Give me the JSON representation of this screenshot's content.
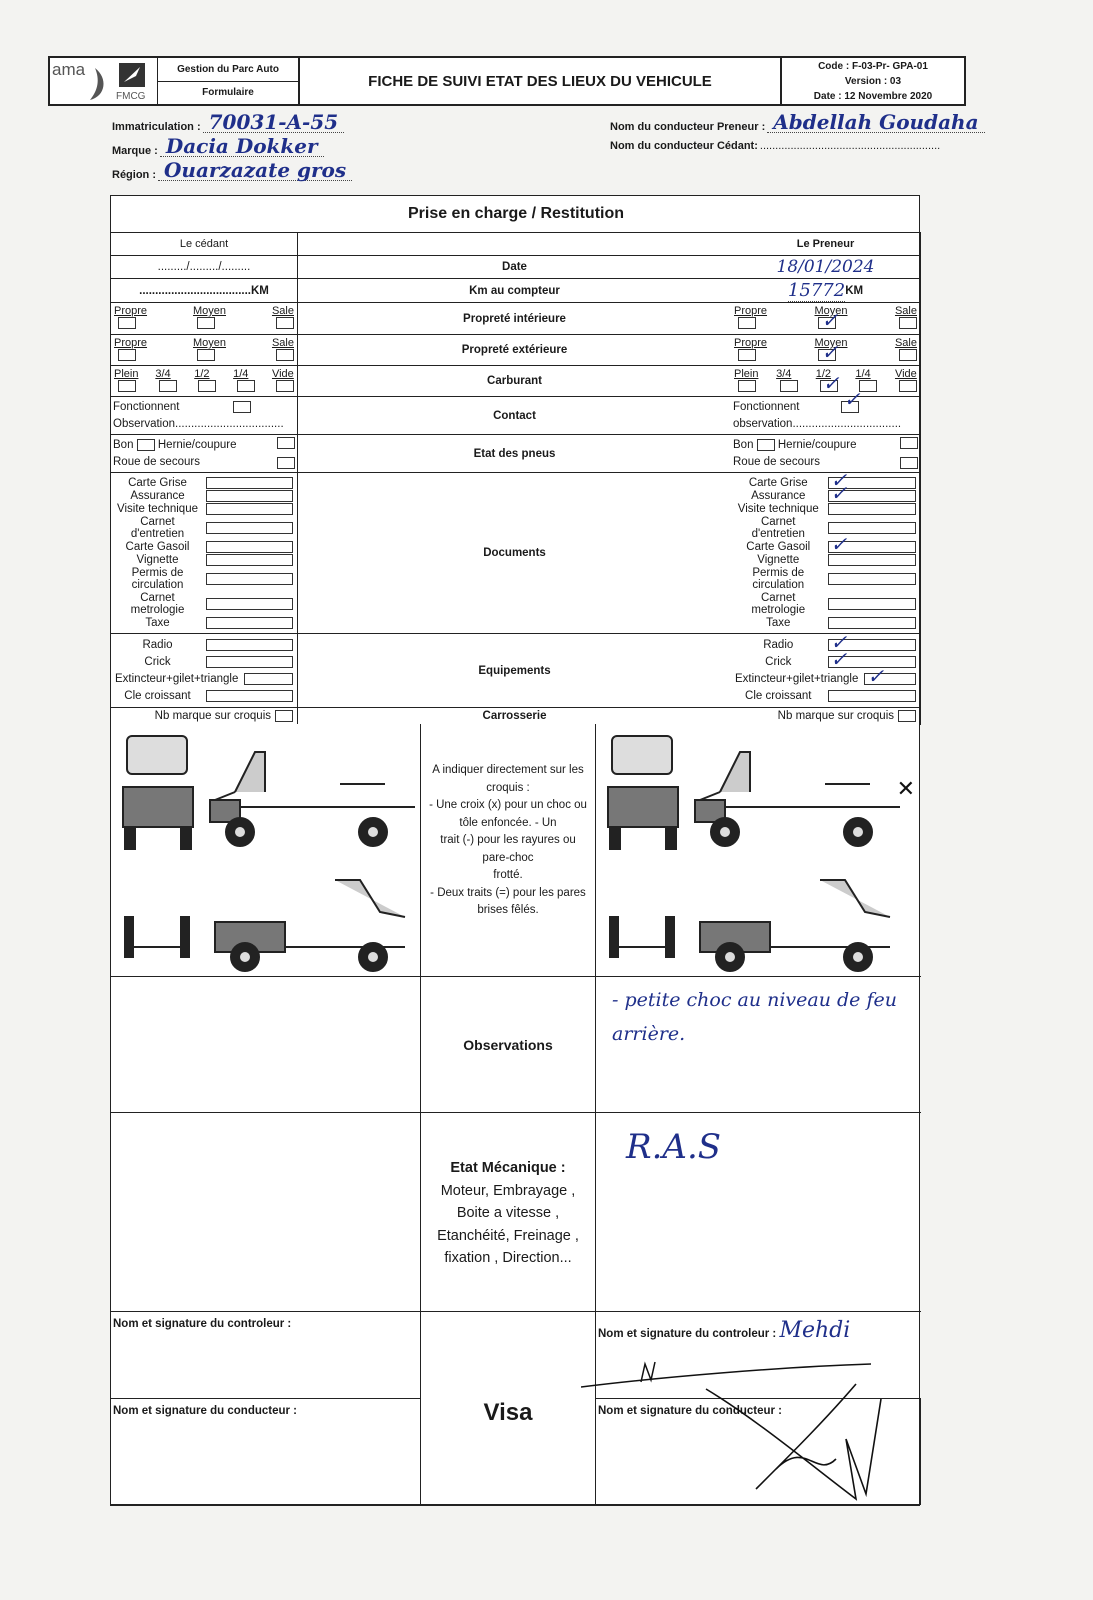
{
  "header": {
    "logo_text": "ama",
    "logo_sub": "FMCG",
    "department": "Gestion du Parc Auto",
    "doc_type": "Formulaire",
    "title": "FICHE DE SUIVI ETAT DES LIEUX DU VEHICULE",
    "code": "Code : F-03-Pr- GPA-01",
    "version": "Version : 03",
    "date": "Date : 12 Novembre 2020"
  },
  "fields": {
    "immatriculation": {
      "label": "Immatriculation :",
      "value": "70031-A-55"
    },
    "marque": {
      "label": "Marque :",
      "value": "Dacia Dokker"
    },
    "region": {
      "label": "Région :",
      "value": "Ouarzazate gros"
    },
    "preneur": {
      "label": "Nom du conducteur Preneur :",
      "value": "Abdellah Goudaha"
    },
    "cedant": {
      "label": "Nom du conducteur Cédant:",
      "value": "..........................................................."
    }
  },
  "table": {
    "title": "Prise en charge / Restitution",
    "col_cedant": "Le cédant",
    "col_preneur": "Le Preneur",
    "date": {
      "label": "Date",
      "cedant": "........./........./.........",
      "preneur": "18/01/2024"
    },
    "km": {
      "label": "Km au compteur",
      "cedant": "...................................KM",
      "preneur": "15772",
      "unit": "KM"
    },
    "proprete_int": {
      "label": "Propreté intérieure",
      "options": [
        "Propre",
        "Moyen",
        "Sale"
      ],
      "cedant_checked": [
        false,
        false,
        false
      ],
      "preneur_checked": [
        false,
        true,
        false
      ]
    },
    "proprete_ext": {
      "label": "Propreté extérieure",
      "options": [
        "Propre",
        "Moyen",
        "Sale"
      ],
      "cedant_checked": [
        false,
        false,
        false
      ],
      "preneur_checked": [
        false,
        true,
        false
      ]
    },
    "carburant": {
      "label": "Carburant",
      "options": [
        "Plein",
        "3/4",
        "1/2",
        "1/4",
        "Vide"
      ],
      "cedant_checked": [
        false,
        false,
        false,
        false,
        false
      ],
      "preneur_checked": [
        false,
        false,
        true,
        false,
        false
      ]
    },
    "contact": {
      "label": "Contact",
      "fonctionnement": "Fonctionnent",
      "observation_cedant": "Observation..................................",
      "observation_preneur": "observation..................................",
      "cedant_checked": false,
      "preneur_checked": true
    },
    "pneus": {
      "label": "Etat des pneus",
      "bon": "Bon",
      "hernie": "Hernie/coupure",
      "roue": "Roue de secours"
    },
    "documents": {
      "label": "Documents",
      "items": [
        "Carte Grise",
        "Assurance",
        "Visite technique",
        "Carnet d'entretien",
        "Carte Gasoil",
        "Vignette",
        "Permis de circulation",
        "Carnet metrologie",
        "Taxe"
      ],
      "preneur_checked": [
        true,
        true,
        false,
        false,
        true,
        false,
        false,
        false,
        false
      ]
    },
    "equipements": {
      "label": "Equipements",
      "items": [
        "Radio",
        "Crick",
        "Extincteur+gilet+triangle",
        "Cle croissant"
      ],
      "preneur_checked": [
        true,
        true,
        true,
        false
      ]
    },
    "carrosserie": {
      "label": "Carrosserie",
      "nb_marque": "Nb marque sur croquis"
    }
  },
  "croquis_note": [
    "A indiquer directement sur les",
    "croquis :",
    "- Une croix (x) pour un choc ou",
    "tôle enfoncée.                 - Un",
    "trait (-) pour les rayures ou",
    "pare-choc",
    "frotté.",
    "- Deux traits (=) pour les pares",
    "brises fêlés."
  ],
  "observations": {
    "label": "Observations",
    "preneur": "- petite choc au niveau de feu arrière."
  },
  "mecanique": {
    "label": "Etat Mécanique  :",
    "lines": [
      "Moteur, Embrayage ,",
      "Boite a vitesse ,",
      "Etanchéité, Freinage ,",
      "fixation , Direction..."
    ],
    "preneur": "R.A.S"
  },
  "signatures": {
    "controleur": "Nom et signature du controleur :",
    "conducteur": "Nom et signature du conducteur :",
    "visa": "Visa",
    "controleur_preneur": "Mehdi"
  }
}
